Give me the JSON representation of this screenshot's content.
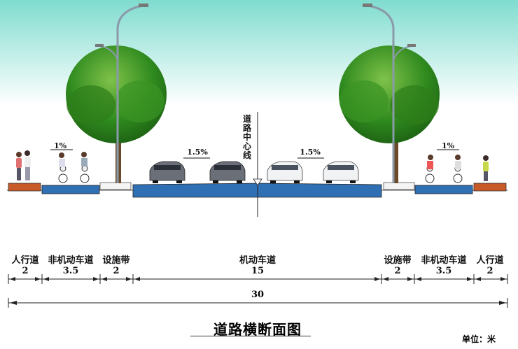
{
  "title": "道路横断面图",
  "unit": "单位：米",
  "centerline_label": "道路中心线",
  "total_width": "30",
  "segments": [
    {
      "label": "人行道",
      "value": "2"
    },
    {
      "label": "非机动车道",
      "value": "3.5"
    },
    {
      "label": "设施带",
      "value": "2"
    },
    {
      "label": "机动车道",
      "value": "15"
    },
    {
      "label": "设施带",
      "value": "2"
    },
    {
      "label": "非机动车道",
      "value": "3.5"
    },
    {
      "label": "人行道",
      "value": "2"
    }
  ],
  "slopes": {
    "left_bike": "1%",
    "left_car": "1.5%",
    "right_car": "1.5%",
    "right_bike": "1%"
  },
  "colors": {
    "sky_top": "#8ee0d6",
    "road": "#2f6fb4",
    "sidewalk": "#c85a2a",
    "tree": "#2f8a1e"
  }
}
